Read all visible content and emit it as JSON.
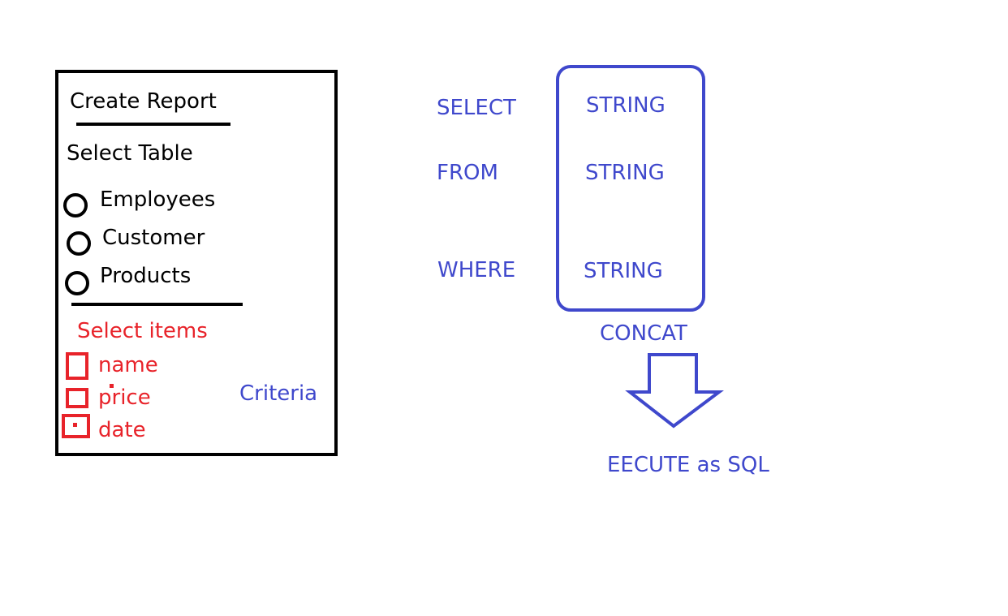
{
  "form": {
    "title": "Create Report",
    "table_heading": "Select Table",
    "tables": [
      "Employees",
      "Customer",
      "Products"
    ],
    "items_heading": "Select items",
    "items": [
      "name",
      "price",
      "date"
    ],
    "criteria_label": "Criteria"
  },
  "flow": {
    "clauses": [
      {
        "keyword": "SELECT",
        "value": "STRING"
      },
      {
        "keyword": "FROM",
        "value": "STRING"
      },
      {
        "keyword": "WHERE",
        "value": "STRING"
      }
    ],
    "concat_label": "CONCAT",
    "execute_label": "EECUTE as SQL"
  },
  "colors": {
    "black": "#000000",
    "red": "#e8232a",
    "blue": "#3f48cc"
  },
  "icons": {
    "flow_arrow": "down-arrow-icon"
  }
}
